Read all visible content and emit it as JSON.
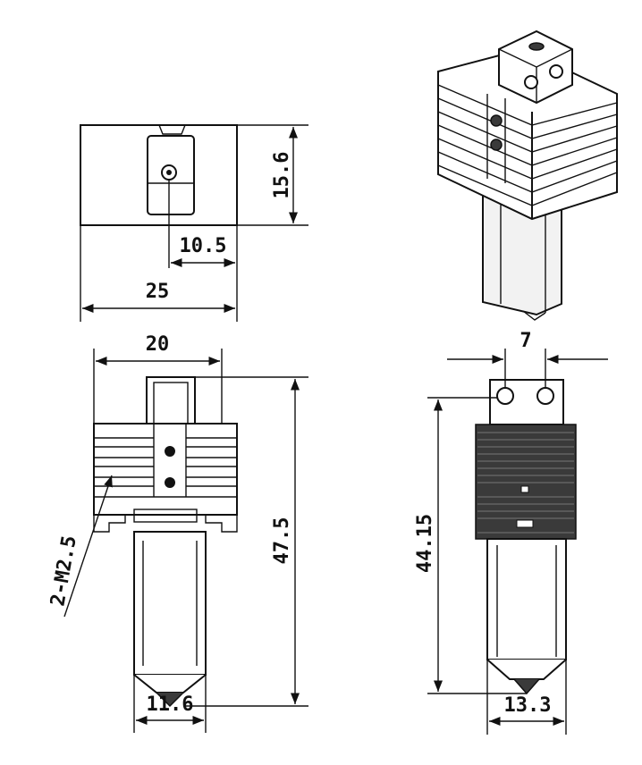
{
  "dimensions": {
    "top_height": "15.6",
    "top_offset": "10.5",
    "top_width": "25",
    "front_width": "20",
    "front_height": "47.5",
    "thread_callout": "2-M2.5",
    "nozzle_front_width": "11.6",
    "side_hole_spacing": "7",
    "side_height": "44.15",
    "nozzle_side_width": "13.3"
  }
}
